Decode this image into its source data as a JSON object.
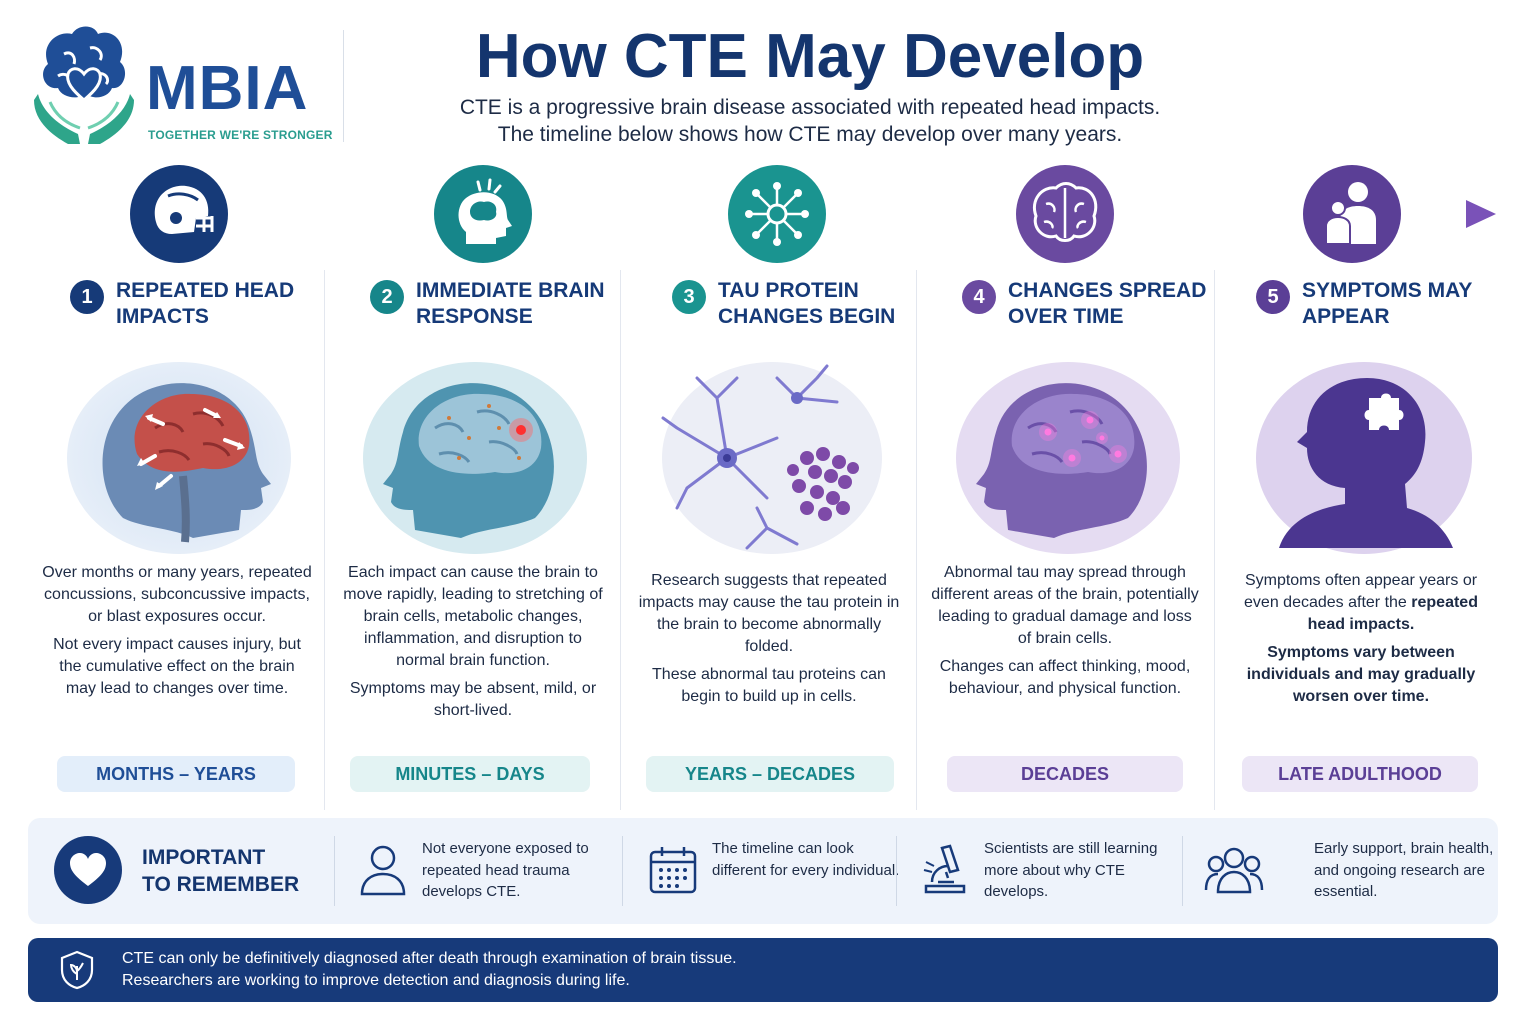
{
  "logo": {
    "name": "MBIA",
    "tagline": "TOGETHER WE'RE STRONGER"
  },
  "header": {
    "title": "How CTE May Develop",
    "subtitle_line1": "CTE is a progressive brain disease associated with repeated head impacts.",
    "subtitle_line2": "The timeline below shows how CTE may develop over many years."
  },
  "colors": {
    "navy": "#14356e",
    "teal": "#1a8f8f",
    "purple": "#6a4aa0",
    "light_blue": "#e3eefa",
    "light_teal": "#e3f3f3",
    "light_purple": "#ece6f6"
  },
  "steps": [
    {
      "number": "1",
      "title_line1": "REPEATED HEAD",
      "title_line2": "IMPACTS",
      "icon": "football-helmet-icon",
      "desc1": "Over months or many years, repeated concussions, subconcussive impacts, or blast exposures occur.",
      "desc2": "Not every impact causes injury, but the cumulative effect on the brain may lead to changes over time.",
      "timeframe": "MONTHS – YEARS"
    },
    {
      "number": "2",
      "title_line1": "IMMEDIATE BRAIN",
      "title_line2": "RESPONSE",
      "icon": "head-brain-impact-icon",
      "desc1": "Each impact can cause the brain to move rapidly, leading to stretching of brain cells, metabolic changes, inflammation, and disruption to normal brain function.",
      "desc2": "Symptoms may be absent, mild, or short-lived.",
      "timeframe": "MINUTES – DAYS"
    },
    {
      "number": "3",
      "title_line1": "TAU PROTEIN",
      "title_line2": "CHANGES BEGIN",
      "icon": "molecule-icon",
      "desc1": "Research suggests that repeated impacts may cause the tau protein in the brain to become abnormally folded.",
      "desc2": "These abnormal tau proteins can begin to build up in cells.",
      "timeframe": "YEARS – DECADES"
    },
    {
      "number": "4",
      "title_line1": "CHANGES SPREAD",
      "title_line2": "OVER TIME",
      "icon": "brain-icon",
      "desc1": "Abnormal tau may spread through different areas of the brain, potentially leading to gradual damage and loss of brain cells.",
      "desc2": "Changes can affect thinking, mood, behaviour, and physical function.",
      "timeframe": "DECADES"
    },
    {
      "number": "5",
      "title_line1": "SYMPTOMS MAY",
      "title_line2": "APPEAR",
      "icon": "people-icon",
      "desc1a": "Symptoms often appear years or even decades after the",
      "desc1b": "repeated head impacts.",
      "desc2": "Symptoms vary between individuals and may gradually worsen over time.",
      "timeframe": "LATE ADULTHOOD"
    }
  ],
  "important": {
    "title_line1": "IMPORTANT",
    "title_line2": "TO REMEMBER",
    "items": [
      {
        "icon": "person-icon",
        "text": "Not everyone exposed to repeated head trauma develops CTE."
      },
      {
        "icon": "calendar-icon",
        "text": "The timeline can look different for every individual."
      },
      {
        "icon": "microscope-icon",
        "text": "Scientists are still learning more about why CTE develops."
      },
      {
        "icon": "group-icon",
        "text": "Early support, brain health, and ongoing research are essential."
      }
    ]
  },
  "banner": {
    "line1": "CTE can only be definitively diagnosed after death through examination of brain tissue.",
    "line2": "Researchers are working to improve detection and diagnosis during life."
  }
}
